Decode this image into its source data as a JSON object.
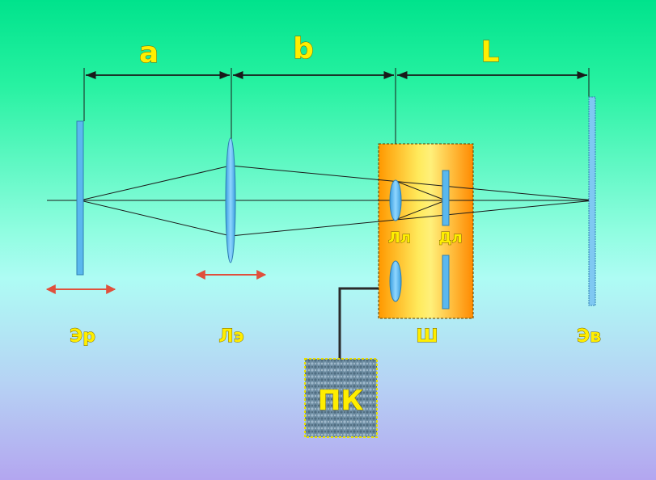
{
  "labels": {
    "dim_a": "a",
    "dim_b": "b",
    "dim_L": "L",
    "lens_small": "Лл",
    "diaphragm": "Дл",
    "source_screen": "Эр",
    "lens_main": "Лэ",
    "housing": "Ш",
    "output_screen": "Эв",
    "computer": "ПК"
  },
  "colors": {
    "label_fill": "#ffee00",
    "label_outline": "#6b5a00",
    "component_blue": "#5ab8ee",
    "housing_orange": "#ff9800",
    "housing_yellow": "#ffe25a",
    "arrow_red": "#e0503c",
    "line": "#1a1a1a"
  },
  "icons": {
    "double_arrow": "double-headed-arrow",
    "computer_box": "textured-box"
  }
}
